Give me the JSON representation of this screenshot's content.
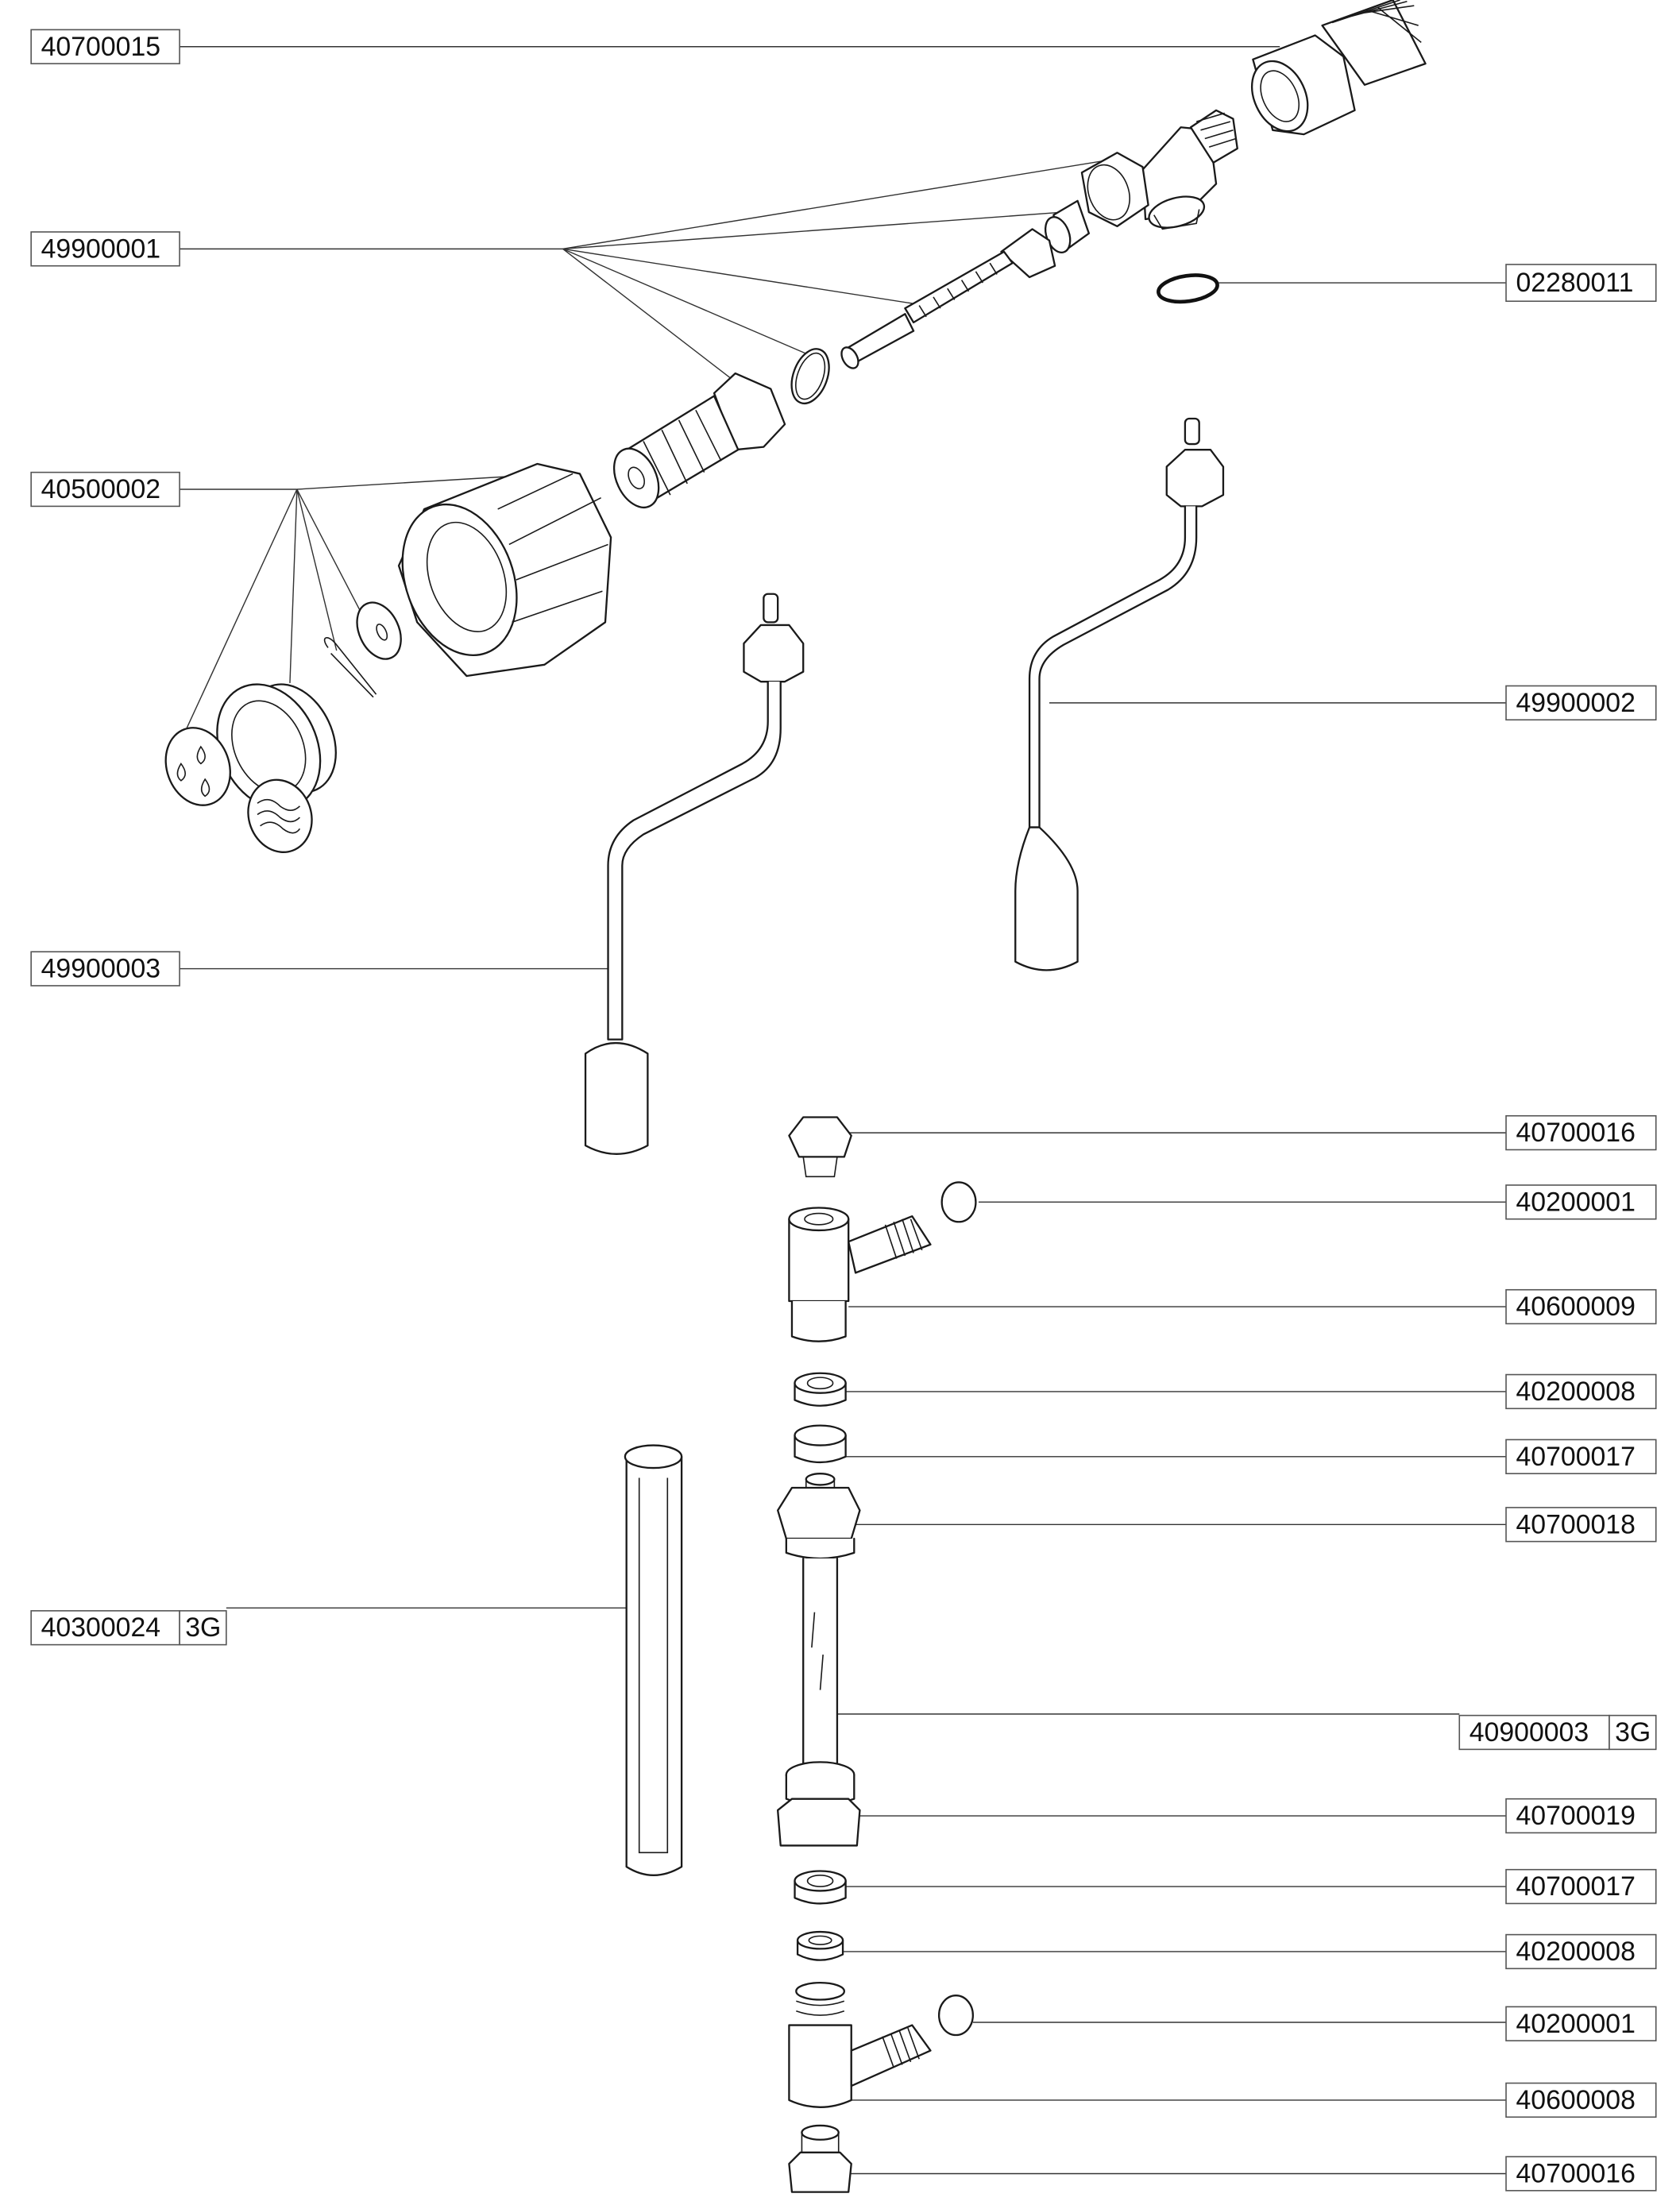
{
  "diagram": {
    "type": "exploded parts diagram",
    "accent_color": "#1a1a1a"
  },
  "labels": {
    "p40700015": {
      "code": "40700015"
    },
    "p49900001": {
      "code": "49900001"
    },
    "p02280011": {
      "code": "02280011"
    },
    "p40500002": {
      "code": "40500002"
    },
    "p49900002": {
      "code": "49900002"
    },
    "p49900003": {
      "code": "49900003"
    },
    "p40700016a": {
      "code": "40700016"
    },
    "p40200001a": {
      "code": "40200001"
    },
    "p40600009": {
      "code": "40600009"
    },
    "p40200008a": {
      "code": "40200008"
    },
    "p40700017a": {
      "code": "40700017"
    },
    "p40700018": {
      "code": "40700018"
    },
    "p40300024": {
      "code": "40300024",
      "suffix": "3G"
    },
    "p40900003": {
      "code": "40900003",
      "suffix": "3G"
    },
    "p40700019": {
      "code": "40700019"
    },
    "p40700017b": {
      "code": "40700017"
    },
    "p40200008b": {
      "code": "40200008"
    },
    "p40200001b": {
      "code": "40200001"
    },
    "p40600008": {
      "code": "40600008"
    },
    "p40700016b": {
      "code": "40700016"
    }
  }
}
